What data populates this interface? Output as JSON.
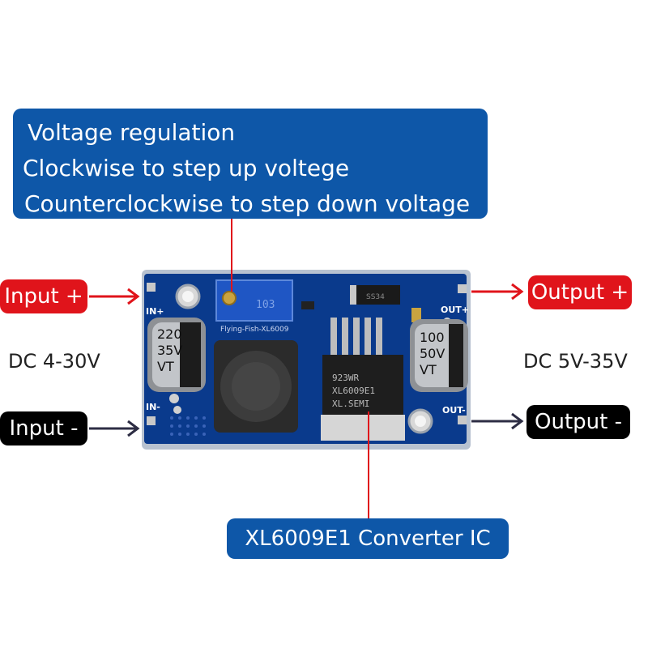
{
  "callouts": {
    "voltage_regulation": {
      "line1": "Voltage regulation",
      "line2": "Clockwise to step up voltege",
      "line3": "Counterclockwise to step down voltage"
    },
    "converter_ic": "XL6009E1 Converter IC"
  },
  "terminals": {
    "input_plus": "Input +",
    "input_minus": "Input -",
    "output_plus": "Output +",
    "output_minus": "Output -"
  },
  "ranges": {
    "input": "DC 4-30V",
    "output": "DC 5V-35V"
  },
  "board": {
    "silk_in_plus": "IN+",
    "silk_in_minus": "IN-",
    "silk_out_plus": "OUT+",
    "silk_out_minus": "OUT-",
    "silk_name": "Flying-Fish-XL6009",
    "cap_left": [
      "220",
      "35V",
      "VT"
    ],
    "cap_right": [
      "100",
      "50V",
      "VT"
    ],
    "ic_marking": [
      "XL.SEMI",
      "XL6009E1",
      "923WR"
    ],
    "pot_marking": "103",
    "diode_marking": "SS34"
  },
  "colors": {
    "callout_blue": "#0e57a8",
    "pill_red": "#e0141b",
    "pill_black": "#000000",
    "pcb_blue": "#0a3a8c",
    "pointer_red": "#e0141b",
    "pointer_dark": "#2d2d44"
  }
}
